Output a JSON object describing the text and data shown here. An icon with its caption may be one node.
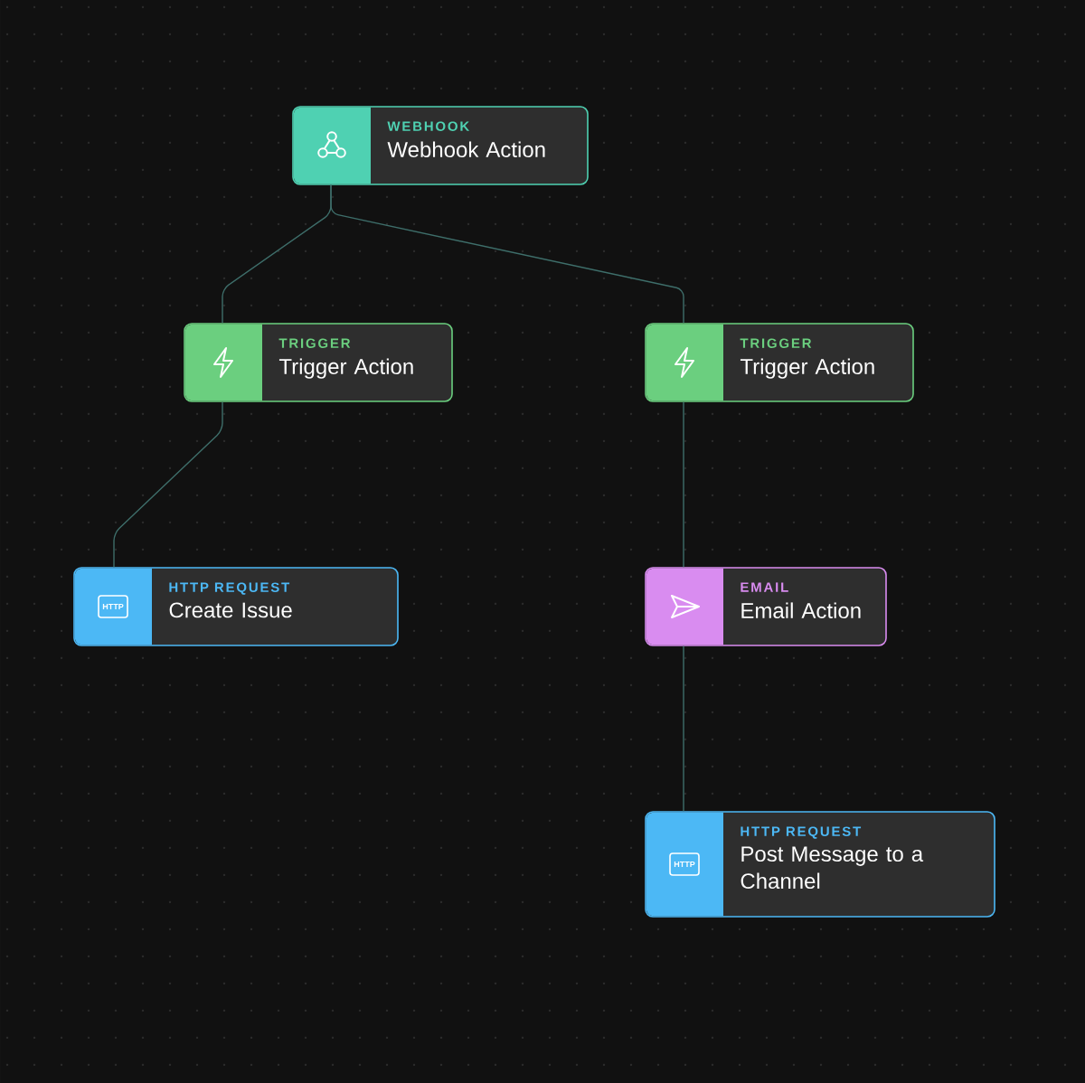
{
  "diagram": {
    "nodes": [
      {
        "text": [
          "WEBHOOK",
          "Webhook Action"
        ]
      },
      {
        "text": [
          "TRIGGER",
          "Trigger Action"
        ]
      },
      {
        "text": [
          "TRIGGER",
          "Trigger Action"
        ]
      },
      {
        "text": [
          "HTTP",
          "HTTP REQUEST",
          "Create Issue"
        ]
      },
      {
        "text": [
          "EMAIL",
          "Email Action"
        ]
      },
      {
        "text": [
          "HTTP",
          "HTTP REQUEST",
          "Post Message to a Channel"
        ]
      }
    ],
    "edges": [
      {
        "from": 0,
        "to": 1,
        "arrow": "none"
      },
      {
        "from": 0,
        "to": 2,
        "arrow": "none"
      },
      {
        "from": 1,
        "to": 3,
        "arrow": "none"
      },
      {
        "from": 2,
        "to": 4,
        "arrow": "none"
      },
      {
        "from": 4,
        "to": 5,
        "arrow": "none"
      }
    ]
  }
}
